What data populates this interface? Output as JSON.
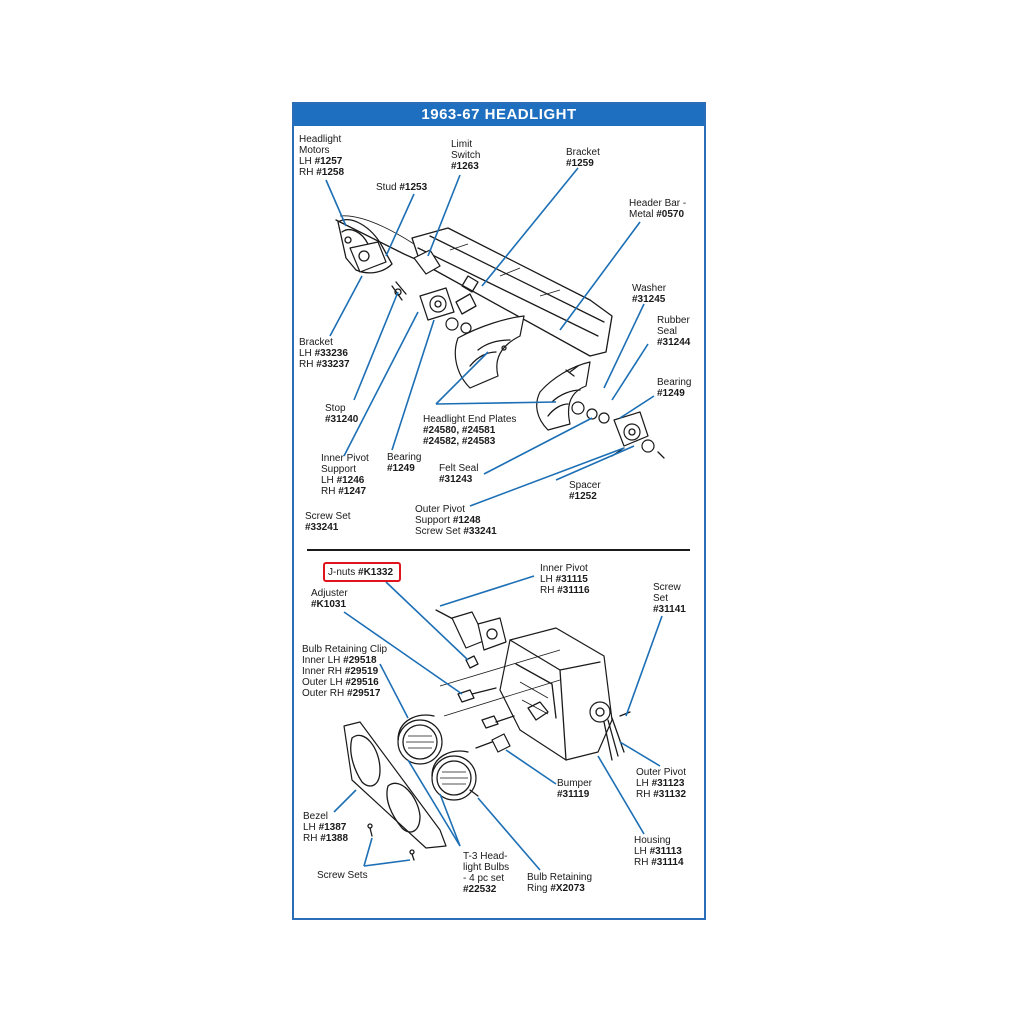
{
  "title": "1963-67 HEADLIGHT",
  "colors": {
    "frame": "#2a6db8",
    "title_bg": "#1f6fc0",
    "leader": "#1c6fb5",
    "highlight": "#e0141b"
  },
  "labels": {
    "headlight_motors": [
      "Headlight",
      "Motors",
      "LH ",
      "#1257",
      "RH ",
      "#1258"
    ],
    "limit_switch": [
      "Limit",
      "Switch",
      "#1263"
    ],
    "bracket_top": [
      "Bracket",
      "#1259"
    ],
    "stud": [
      "Stud ",
      "#1253"
    ],
    "header_bar": [
      "Header Bar -",
      "Metal ",
      "#0570"
    ],
    "washer": [
      "Washer",
      "#31245"
    ],
    "rubber_seal": [
      "Rubber",
      "Seal",
      "#31244"
    ],
    "bracket_left": [
      "Bracket",
      "LH ",
      "#33236",
      "RH ",
      "#33237"
    ],
    "bearing_right": [
      "Bearing",
      "#1249"
    ],
    "stop": [
      "Stop",
      "#31240"
    ],
    "end_plates": [
      "Headlight End Plates",
      "#24580, #24581",
      "#24582, #24583"
    ],
    "inner_pivot_support": [
      "Inner Pivot",
      "Support",
      "LH ",
      "#1246",
      "RH ",
      "#1247"
    ],
    "bearing_left": [
      "Bearing",
      "#1249"
    ],
    "felt_seal": [
      "Felt Seal",
      "#31243"
    ],
    "spacer": [
      "Spacer",
      "#1252"
    ],
    "screw_set_top": [
      "Screw Set",
      "#33241"
    ],
    "outer_pivot_support": [
      "Outer Pivot",
      "Support ",
      "#1248",
      "Screw Set ",
      "#33241"
    ],
    "j_nuts": [
      "J-nuts ",
      "#K1332"
    ],
    "inner_pivot": [
      "Inner Pivot",
      "LH ",
      "#31115",
      "RH ",
      "#31116"
    ],
    "adjuster": [
      "Adjuster",
      "#K1031"
    ],
    "screw_set_right": [
      "Screw",
      "Set",
      "#31141"
    ],
    "bulb_clip": [
      "Bulb Retaining Clip",
      "Inner LH ",
      "#29518",
      "Inner RH ",
      "#29519",
      "Outer LH ",
      "#29516",
      "Outer RH ",
      "#29517"
    ],
    "outer_pivot": [
      "Outer Pivot",
      "LH ",
      "#31123",
      "RH ",
      "#31132"
    ],
    "bumper": [
      "Bumper",
      "#31119"
    ],
    "bezel": [
      "Bezel",
      "LH ",
      "#1387",
      "RH ",
      "#1388"
    ],
    "housing": [
      "Housing",
      "LH ",
      "#31113",
      "RH ",
      "#31114"
    ],
    "bulbs": [
      "T-3 Head-",
      "light Bulbs",
      "- 4 pc set",
      "#22532"
    ],
    "screw_sets": [
      "Screw Sets"
    ],
    "bulb_ring": [
      "Bulb Retaining",
      "Ring ",
      "#X2073"
    ]
  }
}
